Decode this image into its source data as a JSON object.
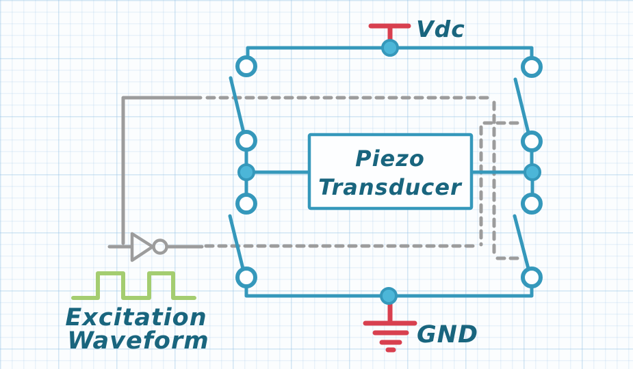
{
  "diagram": {
    "labels": {
      "vdc": "Vdc",
      "gnd": "GND",
      "piezo_line1": "Piezo",
      "piezo_line2": "Transducer",
      "excitation_line1": "Excitation",
      "excitation_line2": "Waveform"
    },
    "components": [
      {
        "name": "vdc-supply-terminal",
        "label": "Vdc"
      },
      {
        "name": "ground-terminal",
        "label": "GND"
      },
      {
        "name": "piezo-transducer-load",
        "label": "Piezo Transducer"
      },
      {
        "name": "switch-top-left",
        "type": "spst-switch",
        "state": "open"
      },
      {
        "name": "switch-bottom-left",
        "type": "spst-switch",
        "state": "open"
      },
      {
        "name": "switch-top-right",
        "type": "spst-switch",
        "state": "open"
      },
      {
        "name": "switch-bottom-right",
        "type": "spst-switch",
        "state": "open"
      },
      {
        "name": "inverter",
        "type": "not-gate"
      },
      {
        "name": "excitation-waveform-source",
        "type": "square-wave",
        "label": "Excitation Waveform"
      }
    ]
  },
  "colors": {
    "wire": "#3598bb",
    "junction": "#4cb6d8",
    "label_text": "#19657e",
    "supply_red": "#d8404f",
    "control_gray": "#9c9c9c",
    "waveform_green": "#a4cd70",
    "grid_line": "#dcebf5",
    "paper": "#fbfdfe"
  }
}
